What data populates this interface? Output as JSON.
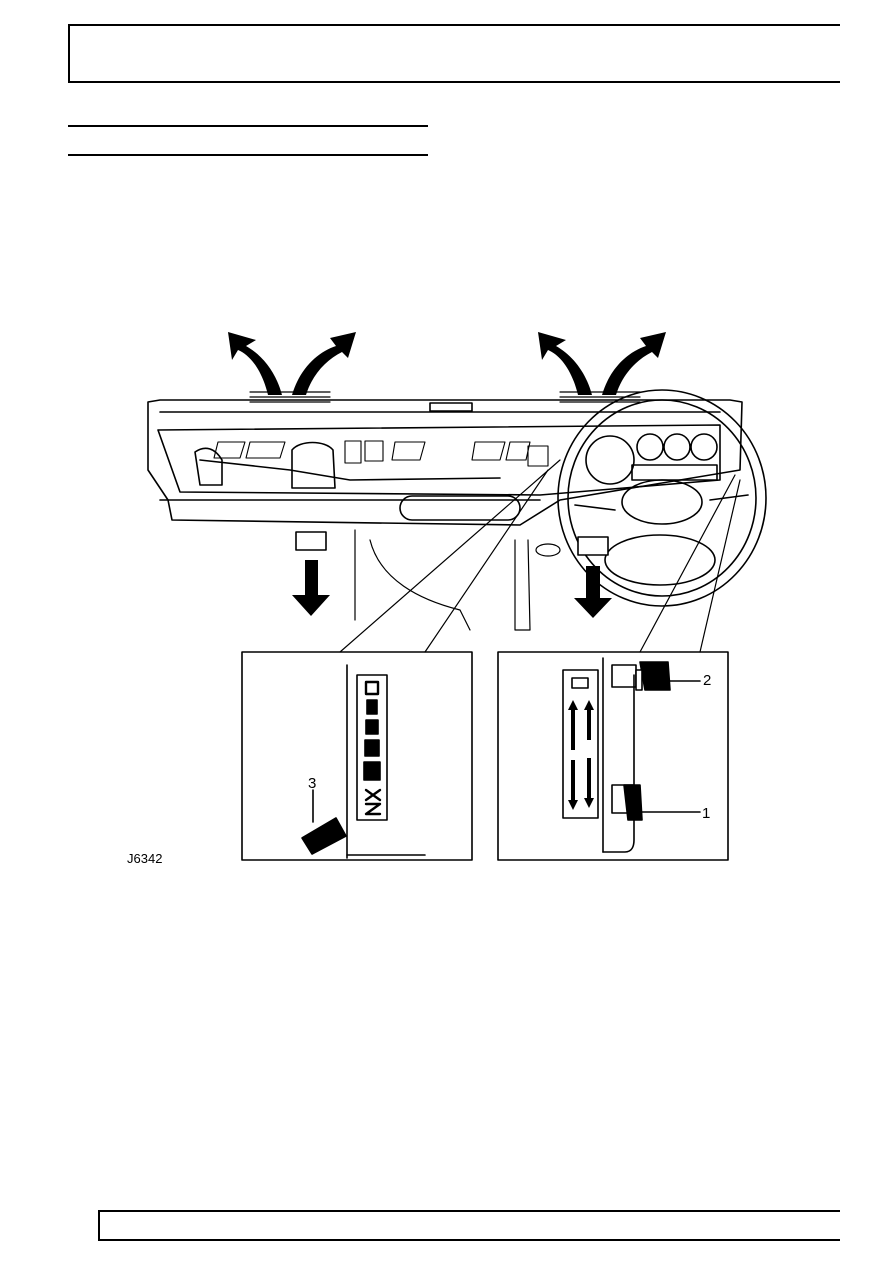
{
  "figure": {
    "id": "J6342",
    "callouts": {
      "c1": "1",
      "c2": "2",
      "c3": "3"
    }
  }
}
